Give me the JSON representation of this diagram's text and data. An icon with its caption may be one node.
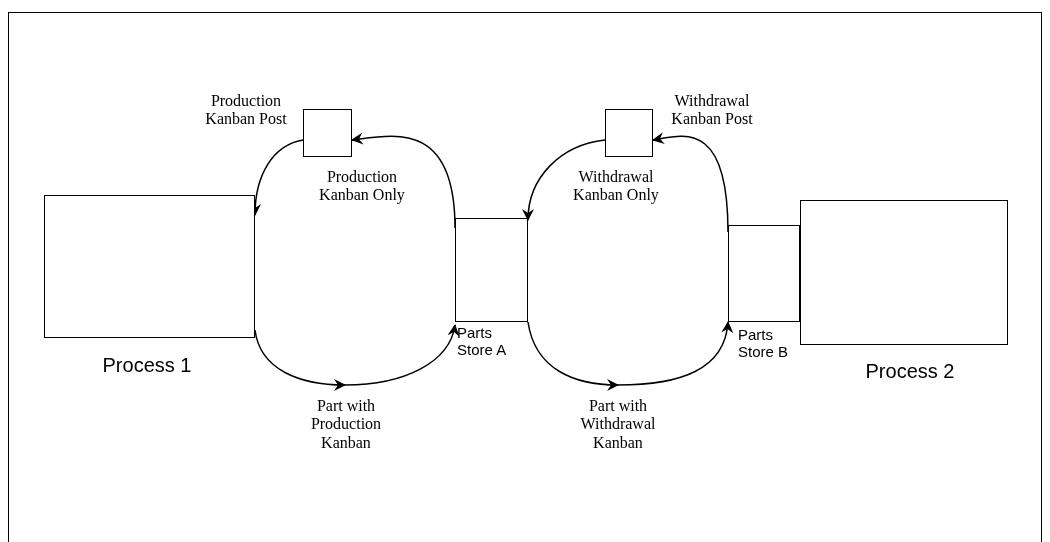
{
  "diagram": {
    "nodes": [
      {
        "text": [
          "Process 1"
        ]
      },
      {
        "text": [
          "Production Kanban Post"
        ]
      },
      {
        "text": [
          "Parts Store A"
        ]
      },
      {
        "text": [
          "Withdrawal Kanban Post"
        ]
      },
      {
        "text": [
          "Parts Store B"
        ]
      },
      {
        "text": [
          "Process 2"
        ]
      }
    ],
    "edges": [
      {
        "from": 2,
        "to": 1,
        "arrow": "to",
        "label": "Production Kanban Only"
      },
      {
        "from": 1,
        "to": 0,
        "arrow": "to"
      },
      {
        "from": 0,
        "to": 2,
        "arrow": "to",
        "label": "Part with Production Kanban"
      },
      {
        "from": 4,
        "to": 3,
        "arrow": "to",
        "label": "Withdrawal Kanban Only"
      },
      {
        "from": 3,
        "to": 2,
        "arrow": "to"
      },
      {
        "from": 2,
        "to": 4,
        "arrow": "to",
        "label": "Part with Withdrawal Kanban"
      }
    ]
  }
}
